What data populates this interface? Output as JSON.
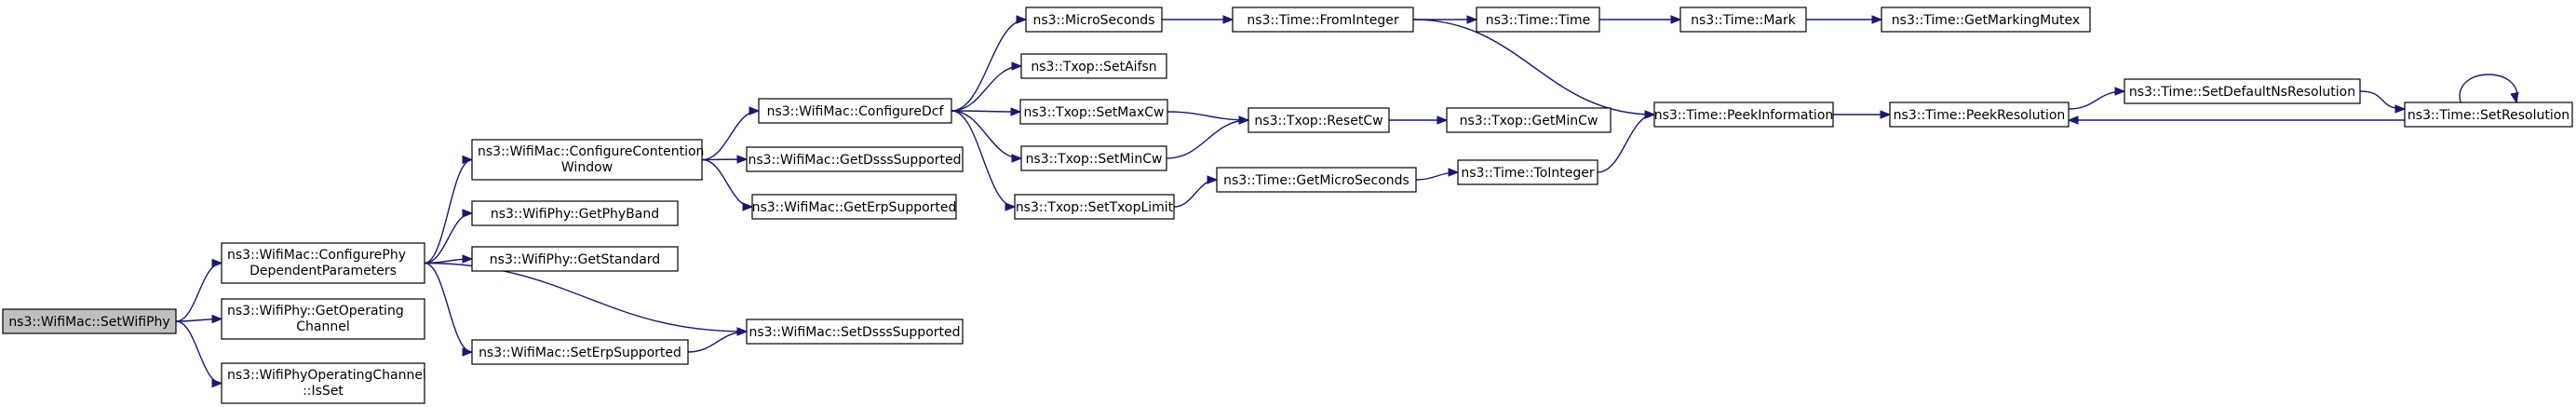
{
  "nodes": [
    {
      "id": "setwifiphy",
      "lines": [
        "ns3::WifiMac::SetWifiPhy"
      ]
    },
    {
      "id": "configurephy",
      "lines": [
        "ns3::WifiMac::ConfigurePhy",
        "DependentParameters"
      ]
    },
    {
      "id": "getoperatingchannel",
      "lines": [
        "ns3::WifiPhy::GetOperating",
        "Channel"
      ]
    },
    {
      "id": "isset",
      "lines": [
        "ns3::WifiPhyOperatingChannel",
        "::IsSet"
      ]
    },
    {
      "id": "configurecontention",
      "lines": [
        "ns3::WifiMac::ConfigureContention",
        "Window"
      ]
    },
    {
      "id": "getphyband",
      "lines": [
        "ns3::WifiPhy::GetPhyBand"
      ]
    },
    {
      "id": "getstandard",
      "lines": [
        "ns3::WifiPhy::GetStandard"
      ]
    },
    {
      "id": "seterpsupported",
      "lines": [
        "ns3::WifiMac::SetErpSupported"
      ]
    },
    {
      "id": "setdssssupported",
      "lines": [
        "ns3::WifiMac::SetDsssSupported"
      ]
    },
    {
      "id": "configuredcf",
      "lines": [
        "ns3::WifiMac::ConfigureDcf"
      ]
    },
    {
      "id": "getdssssupported",
      "lines": [
        "ns3::WifiMac::GetDsssSupported"
      ]
    },
    {
      "id": "geterpsupported",
      "lines": [
        "ns3::WifiMac::GetErpSupported"
      ]
    },
    {
      "id": "microseconds",
      "lines": [
        "ns3::MicroSeconds"
      ]
    },
    {
      "id": "setaifsn",
      "lines": [
        "ns3::Txop::SetAifsn"
      ]
    },
    {
      "id": "setmaxcw",
      "lines": [
        "ns3::Txop::SetMaxCw"
      ]
    },
    {
      "id": "setmincw",
      "lines": [
        "ns3::Txop::SetMinCw"
      ]
    },
    {
      "id": "settxoplimit",
      "lines": [
        "ns3::Txop::SetTxopLimit"
      ]
    },
    {
      "id": "frominteger",
      "lines": [
        "ns3::Time::FromInteger"
      ]
    },
    {
      "id": "resetcw",
      "lines": [
        "ns3::Txop::ResetCw"
      ]
    },
    {
      "id": "getmicroseconds",
      "lines": [
        "ns3::Time::GetMicroSeconds"
      ]
    },
    {
      "id": "time",
      "lines": [
        "ns3::Time::Time"
      ]
    },
    {
      "id": "getmincw",
      "lines": [
        "ns3::Txop::GetMinCw"
      ]
    },
    {
      "id": "tointeger",
      "lines": [
        "ns3::Time::ToInteger"
      ]
    },
    {
      "id": "mark",
      "lines": [
        "ns3::Time::Mark"
      ]
    },
    {
      "id": "peekinformation",
      "lines": [
        "ns3::Time::PeekInformation"
      ]
    },
    {
      "id": "getmarkingmutex",
      "lines": [
        "ns3::Time::GetMarkingMutex"
      ]
    },
    {
      "id": "peekresolution",
      "lines": [
        "ns3::Time::PeekResolution"
      ]
    },
    {
      "id": "setdefaultnsresolution",
      "lines": [
        "ns3::Time::SetDefaultNsResolution"
      ]
    },
    {
      "id": "setresolution",
      "lines": [
        "ns3::Time::SetResolution"
      ]
    }
  ],
  "edges": [
    {
      "from": "setwifiphy",
      "to": "configurephy"
    },
    {
      "from": "setwifiphy",
      "to": "getoperatingchannel"
    },
    {
      "from": "setwifiphy",
      "to": "isset"
    },
    {
      "from": "configurephy",
      "to": "configurecontention"
    },
    {
      "from": "configurephy",
      "to": "getphyband"
    },
    {
      "from": "configurephy",
      "to": "getstandard"
    },
    {
      "from": "configurephy",
      "to": "setdssssupported"
    },
    {
      "from": "configurephy",
      "to": "seterpsupported"
    },
    {
      "from": "configurecontention",
      "to": "configuredcf"
    },
    {
      "from": "configurecontention",
      "to": "getdssssupported"
    },
    {
      "from": "configurecontention",
      "to": "geterpsupported"
    },
    {
      "from": "seterpsupported",
      "to": "setdssssupported"
    },
    {
      "from": "configuredcf",
      "to": "microseconds"
    },
    {
      "from": "configuredcf",
      "to": "setaifsn"
    },
    {
      "from": "configuredcf",
      "to": "setmaxcw"
    },
    {
      "from": "configuredcf",
      "to": "setmincw"
    },
    {
      "from": "configuredcf",
      "to": "settxoplimit"
    },
    {
      "from": "microseconds",
      "to": "frominteger"
    },
    {
      "from": "setmaxcw",
      "to": "resetcw"
    },
    {
      "from": "setmincw",
      "to": "resetcw"
    },
    {
      "from": "settxoplimit",
      "to": "getmicroseconds"
    },
    {
      "from": "frominteger",
      "to": "time"
    },
    {
      "from": "frominteger",
      "to": "peekinformation"
    },
    {
      "from": "resetcw",
      "to": "getmincw"
    },
    {
      "from": "getmicroseconds",
      "to": "tointeger"
    },
    {
      "from": "time",
      "to": "mark"
    },
    {
      "from": "tointeger",
      "to": "peekinformation"
    },
    {
      "from": "mark",
      "to": "getmarkingmutex"
    },
    {
      "from": "peekinformation",
      "to": "peekresolution"
    },
    {
      "from": "peekresolution",
      "to": "setdefaultnsresolution"
    },
    {
      "from": "setdefaultnsresolution",
      "to": "setresolution"
    },
    {
      "from": "setresolution",
      "to": "peekresolution"
    },
    {
      "from": "setresolution",
      "to": "setresolution"
    }
  ]
}
